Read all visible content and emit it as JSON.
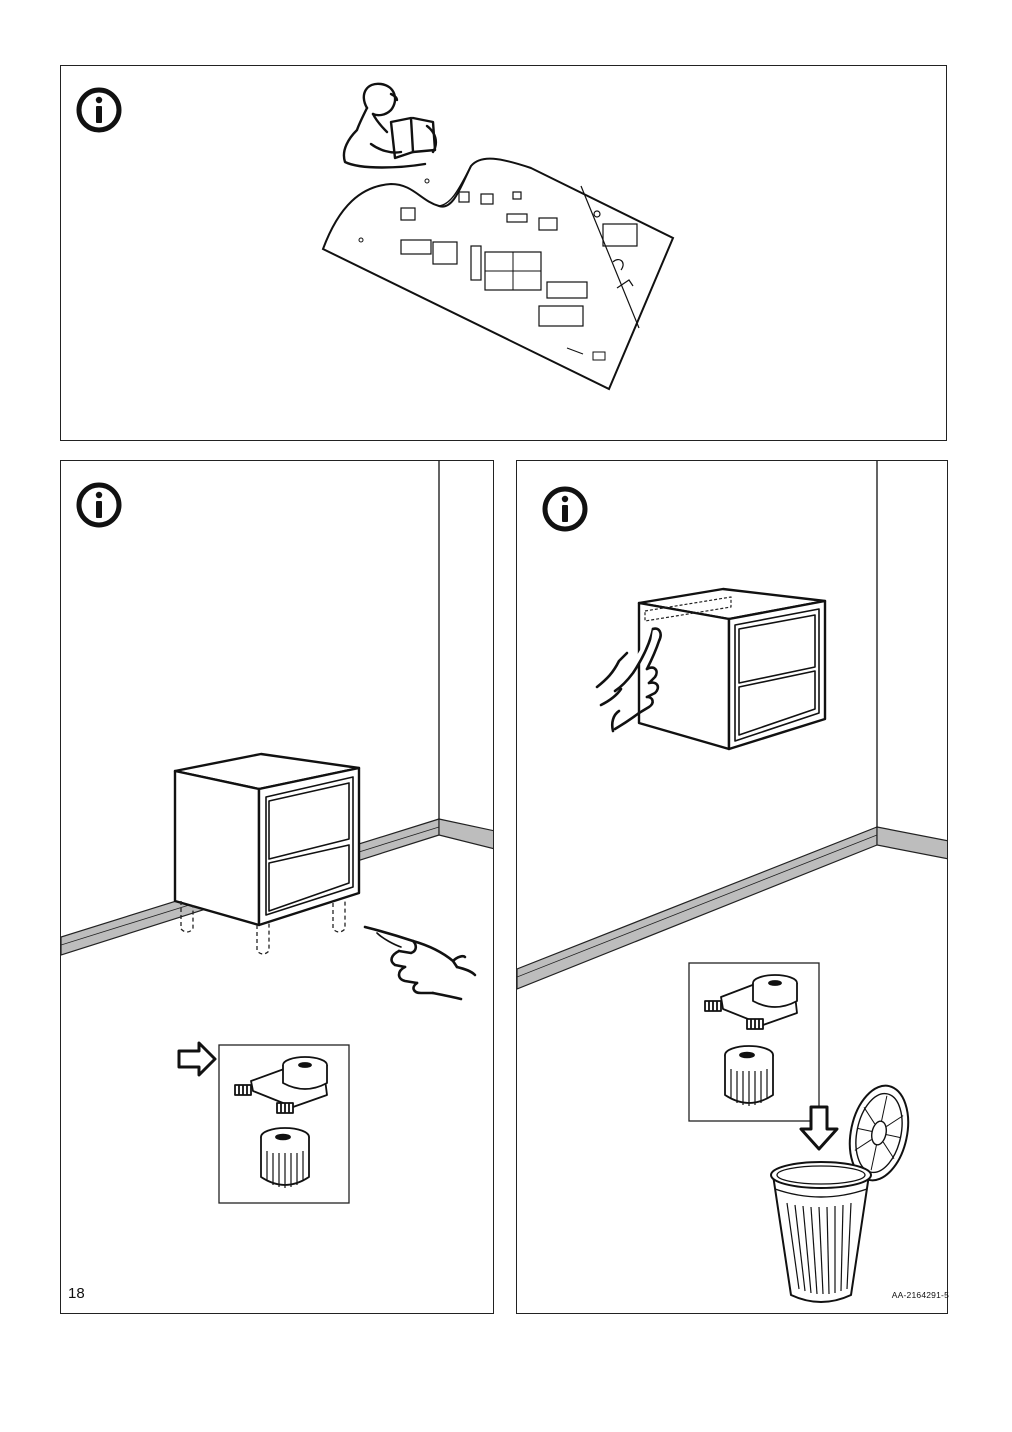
{
  "document": {
    "page_number": "18",
    "doc_code": "AA-2164291-5"
  },
  "panels": [
    {
      "id": "panel-1",
      "icons": [
        "info-icon",
        "reading-person-icon",
        "instruction-sheet-icon"
      ]
    },
    {
      "id": "panel-2",
      "icons": [
        "info-icon",
        "cabinet-icon",
        "legs-icon",
        "pointing-hand-icon",
        "leg-adapter-icon",
        "arrow-right-icon"
      ]
    },
    {
      "id": "panel-3",
      "icons": [
        "info-icon",
        "cabinet-icon",
        "pointing-hand-icon",
        "leg-adapter-icon",
        "arrow-down-icon",
        "trash-bin-icon"
      ]
    }
  ],
  "colors": {
    "line": "#1a1a1a",
    "skirting": "#bdbdbd",
    "background": "#ffffff"
  }
}
